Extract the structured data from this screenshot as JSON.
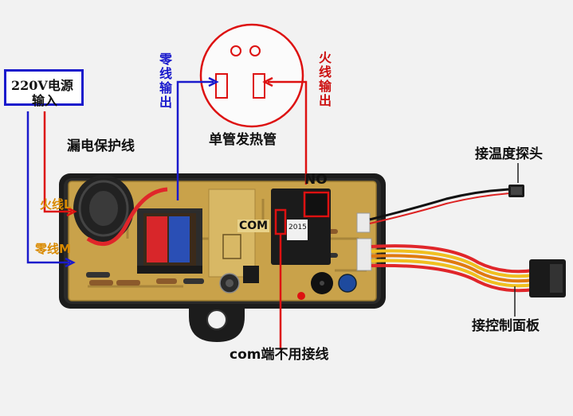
{
  "colors": {
    "blue_line": "#1a1acc",
    "red_line": "#cc1111",
    "board": "#c9a24a",
    "case": "#1a1a1a",
    "background": "#f2f2f2"
  },
  "labels": {
    "power_input_line1": "220V电源",
    "power_input_line2": "输入",
    "leakage_protection": "漏电保护线",
    "live_L": "火线L",
    "neutral_M": "零线M",
    "neutral_output": "零线输出",
    "live_output": "火线输出",
    "heating_tube": "单管发热管",
    "no_terminal": "NO",
    "com_terminal": "COM",
    "com_note": "com端不用接线",
    "temp_probe": "接温度探头",
    "control_panel": "接控制面板",
    "board_marking": "2015"
  },
  "icons": {
    "socket": "round-socket-icon",
    "relay": "relay-icon",
    "transformer": "transformer-icon",
    "toroid": "toroid-coil-icon",
    "probe_connector": "probe-connector-icon",
    "panel_connector": "panel-connector-icon",
    "buzzer": "buzzer-icon",
    "capacitor": "capacitor-icon"
  }
}
